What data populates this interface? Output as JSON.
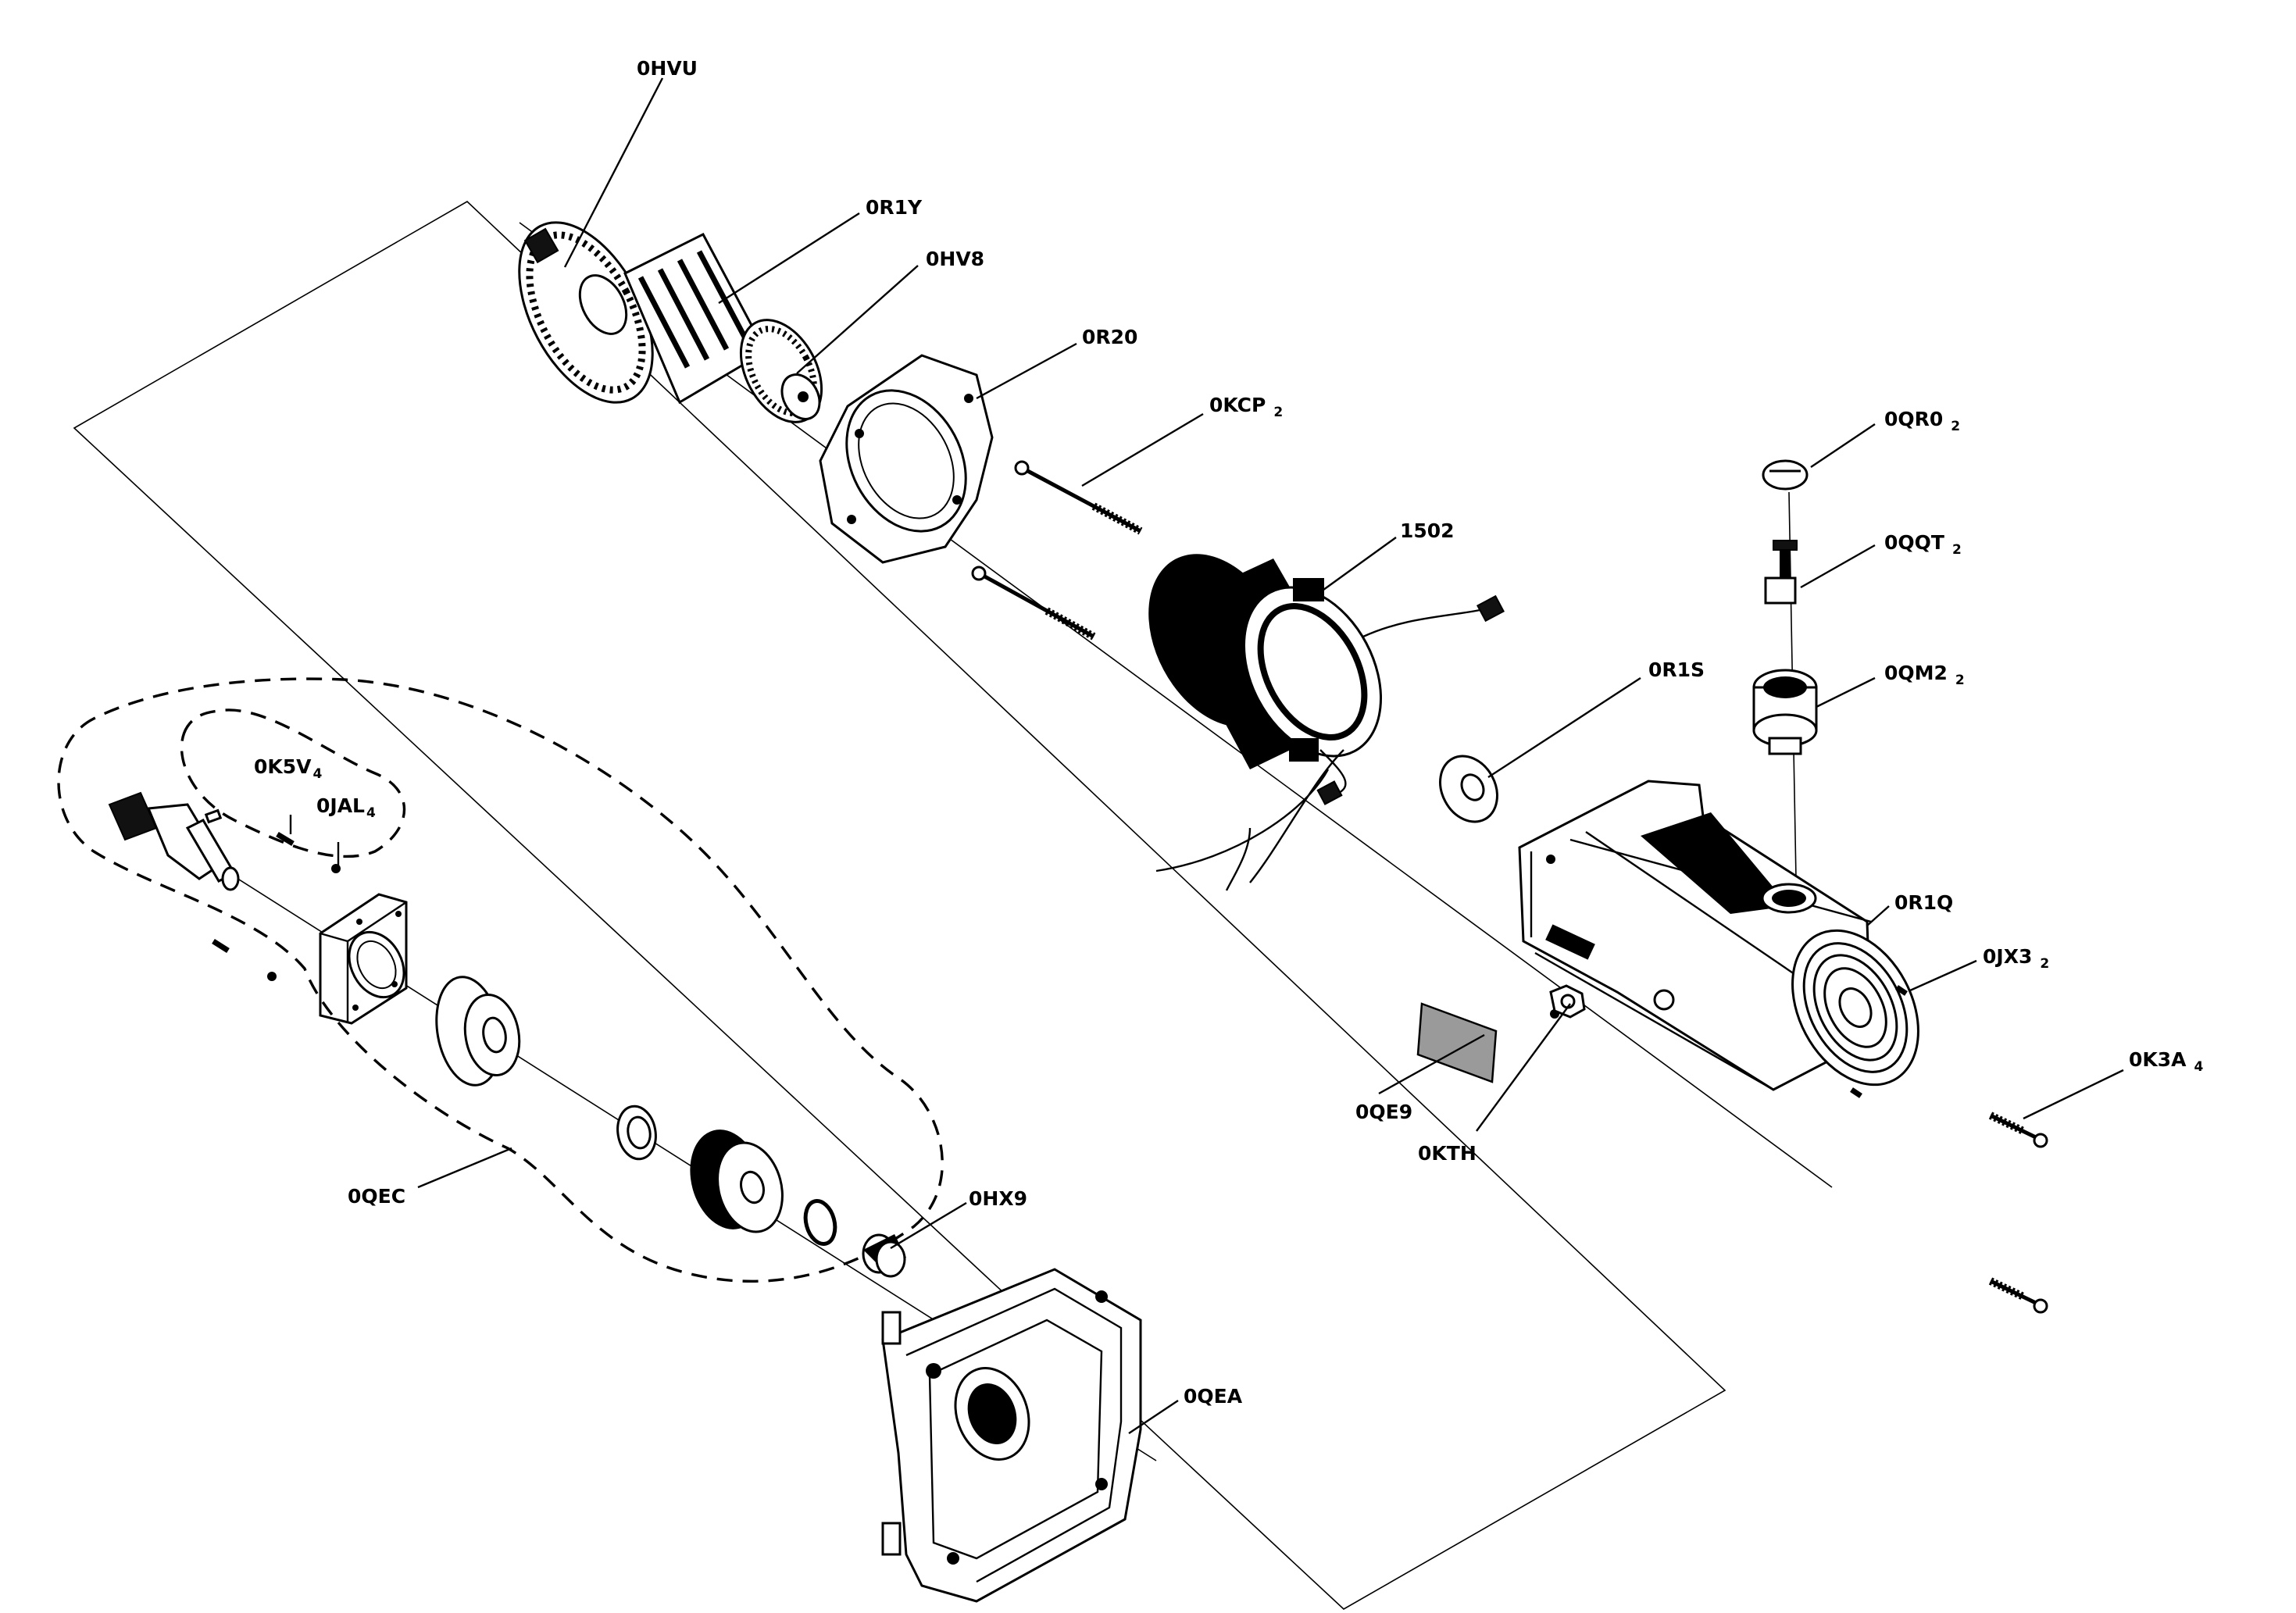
{
  "parts": [
    {
      "key": "hvu",
      "label": "0HVU",
      "qty": ""
    },
    {
      "key": "r1y",
      "label": "0R1Y",
      "qty": ""
    },
    {
      "key": "hv8",
      "label": "0HV8",
      "qty": ""
    },
    {
      "key": "r20",
      "label": "0R20",
      "qty": ""
    },
    {
      "key": "kcp",
      "label": "0KCP",
      "qty": "2"
    },
    {
      "key": "s1502",
      "label": "1502",
      "qty": ""
    },
    {
      "key": "qr0",
      "label": "0QR0",
      "qty": "2"
    },
    {
      "key": "qqt",
      "label": "0QQT",
      "qty": "2"
    },
    {
      "key": "qm2",
      "label": "0QM2",
      "qty": "2"
    },
    {
      "key": "r1s",
      "label": "0R1S",
      "qty": ""
    },
    {
      "key": "r1q",
      "label": "0R1Q",
      "qty": ""
    },
    {
      "key": "jx3",
      "label": "0JX3",
      "qty": "2"
    },
    {
      "key": "k3a",
      "label": "0K3A",
      "qty": "4"
    },
    {
      "key": "qe9",
      "label": "0QE9",
      "qty": ""
    },
    {
      "key": "kth",
      "label": "0KTH",
      "qty": ""
    },
    {
      "key": "k5v",
      "label": "0K5V",
      "qty": "4"
    },
    {
      "key": "jal",
      "label": "0JAL",
      "qty": "4"
    },
    {
      "key": "qec",
      "label": "0QEC",
      "qty": ""
    },
    {
      "key": "hx9",
      "label": "0HX9",
      "qty": ""
    },
    {
      "key": "qea",
      "label": "0QEA",
      "qty": ""
    }
  ]
}
